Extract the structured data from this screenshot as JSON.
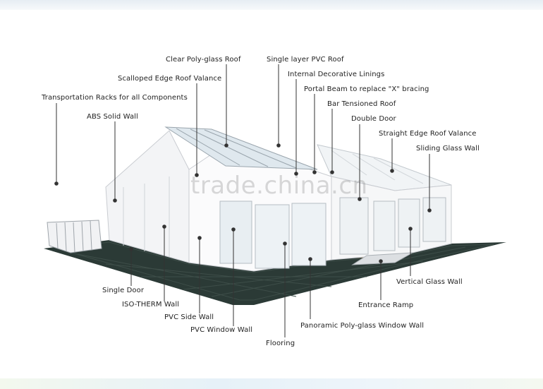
{
  "labels": {
    "clear_polyglass_roof": "Clear Poly-glass Roof",
    "single_layer_pvc_roof": "Single layer PVC Roof",
    "scalloped_edge_roof_valance": "Scalloped Edge Roof Valance",
    "internal_decorative_linings": "Internal Decorative Linings",
    "portal_beam": "Portal Beam to replace \"X\" bracing",
    "transportation_racks": "Transportation Racks for all Components",
    "bar_tensioned_roof": "Bar Tensioned Roof",
    "abs_solid_wall": "ABS Solid Wall",
    "double_door": "Double Door",
    "straight_edge_roof_valance": "Straight Edge Roof Valance",
    "sliding_glass_wall": "Sliding Glass Wall",
    "single_door": "Single  Door",
    "iso_therm_wall": "ISO-THERM Wall",
    "pvc_side_wall": "PVC Side Wall",
    "pvc_window_wall": "PVC Window Wall",
    "flooring": "Flooring",
    "panoramic_polyglass_window_wall": "Panoramic Poly-glass Window Wall",
    "entrance_ramp": "Entrance Ramp",
    "vertical_glass_wall": "Vertical Glass Wall"
  },
  "watermark": "trade.china.cn"
}
